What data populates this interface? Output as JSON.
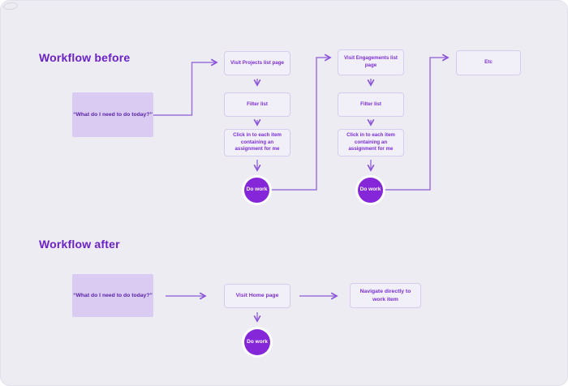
{
  "before": {
    "heading": "Workflow before",
    "start": "“What do I need to do today?”",
    "col1": {
      "step1": "Visit Projects list page",
      "step2": "Filter list",
      "step3": "Click in to each item containing an assignment for me",
      "end": "Do work"
    },
    "col2": {
      "step1": "Visit Engagements list page",
      "step2": "Filter list",
      "step3": "Click in to each item containing an assignment for me",
      "end": "Do work"
    },
    "etc": "Etc"
  },
  "after": {
    "heading": "Workflow after",
    "start": "“What do I need to do today?”",
    "step1": "Visit Home page",
    "step2": "Navigate directly to work item",
    "end": "Do work"
  },
  "colors": {
    "canvas_background": "#edecf3",
    "heading_text": "#6b21c8",
    "box_fill": "#f1eff7",
    "box_border": "#d7cbee",
    "box_text": "#7c2fd6",
    "start_box_fill": "#d9cbf2",
    "start_box_text": "#5a22a6",
    "circle_fill": "#8527d9",
    "circle_text": "#ffffff",
    "connector": "#9c72da"
  }
}
